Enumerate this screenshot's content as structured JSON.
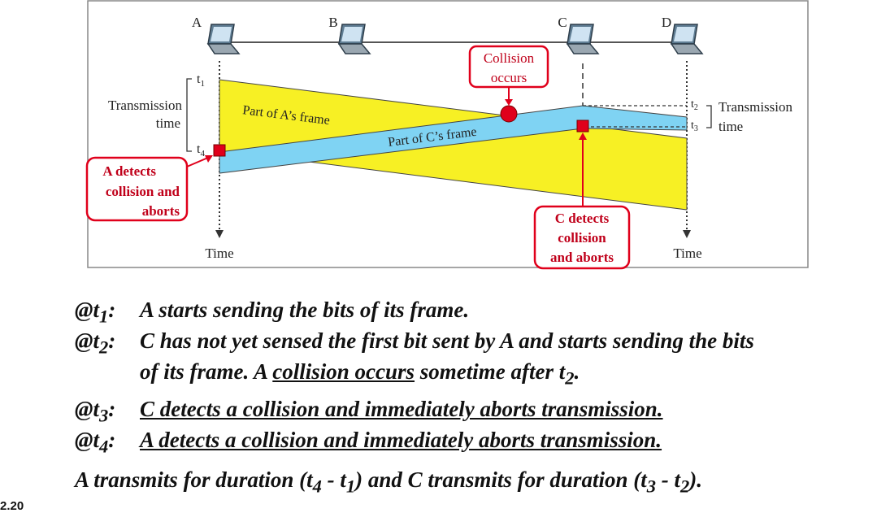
{
  "diagram": {
    "stations": [
      "A",
      "B",
      "C",
      "D"
    ],
    "time_marks": {
      "t1": "t",
      "t1_sub": "1",
      "t2": "t",
      "t2_sub": "2",
      "t3": "t",
      "t3_sub": "3",
      "t4": "t",
      "t4_sub": "4"
    },
    "left_bracket": [
      "Transmission",
      "time"
    ],
    "right_bracket": [
      "Transmission",
      "time"
    ],
    "frame_a_label": "Part of A’s frame",
    "frame_c_label": "Part of C’s frame",
    "collision_label": [
      "Collision",
      "occurs"
    ],
    "a_detects": [
      "A detects",
      "collision and",
      "aborts"
    ],
    "c_detects": [
      "C detects",
      "collision",
      "and aborts"
    ],
    "time_left": "Time",
    "time_right": "Time",
    "colors": {
      "frame_a": "#f7f024",
      "frame_c": "#7fd3f3",
      "callout": "#e0001b"
    }
  },
  "events": [
    {
      "tag": "@t",
      "sub": "1",
      "text": "A starts sending the bits of its frame."
    },
    {
      "tag": "@t",
      "sub": "2",
      "text": "C has not yet sensed the first bit sent by A and starts sending the bits",
      "cont_pre": "of its frame.  A ",
      "cont_u": "collision occurs",
      "cont_post": " sometime after t",
      "cont_sub": "2",
      "cont_end": "."
    },
    {
      "tag": "@t",
      "sub": "3",
      "text": "C detects a collision and immediately aborts transmission."
    },
    {
      "tag": "@t",
      "sub": "4",
      "text": "A detects a collision and immediately aborts transmission."
    }
  ],
  "summary": {
    "p1": "A  transmits for duration (t",
    "s1": "4",
    "p2": " - t",
    "s2": "1",
    "p3": ") and C transmits for duration (t",
    "s3": "3",
    "p4": " - t",
    "s4": "2",
    "p5": ")."
  },
  "slide_number": "2.20"
}
